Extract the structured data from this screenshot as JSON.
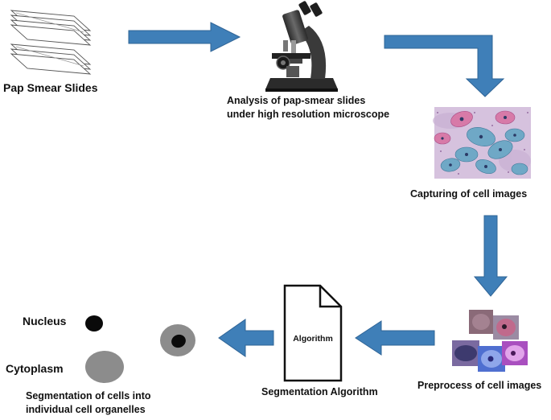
{
  "labels": {
    "slides": "Pap Smear Slides",
    "analysis_line1": "Analysis of pap-smear slides",
    "analysis_line2": "under high resolution microscope",
    "capture": "Capturing of cell images",
    "preprocess": "Preprocess of cell images",
    "algorithm_doc": "Algorithm",
    "segmentation_algorithm": "Segmentation Algorithm",
    "nucleus": "Nucleus",
    "cytoplasm": "Cytoplasm",
    "result_line1": "Segmentation of cells into",
    "result_line2": "individual cell organelles"
  },
  "colors": {
    "arrow_fill": "#3f7fb8",
    "arrow_stroke": "#2f6496",
    "stain_pink": "#c86fb4",
    "stain_blue": "#5a9fc2",
    "nucleus": "#0a0a0a",
    "cytoplasm": "#8c8c8c"
  }
}
